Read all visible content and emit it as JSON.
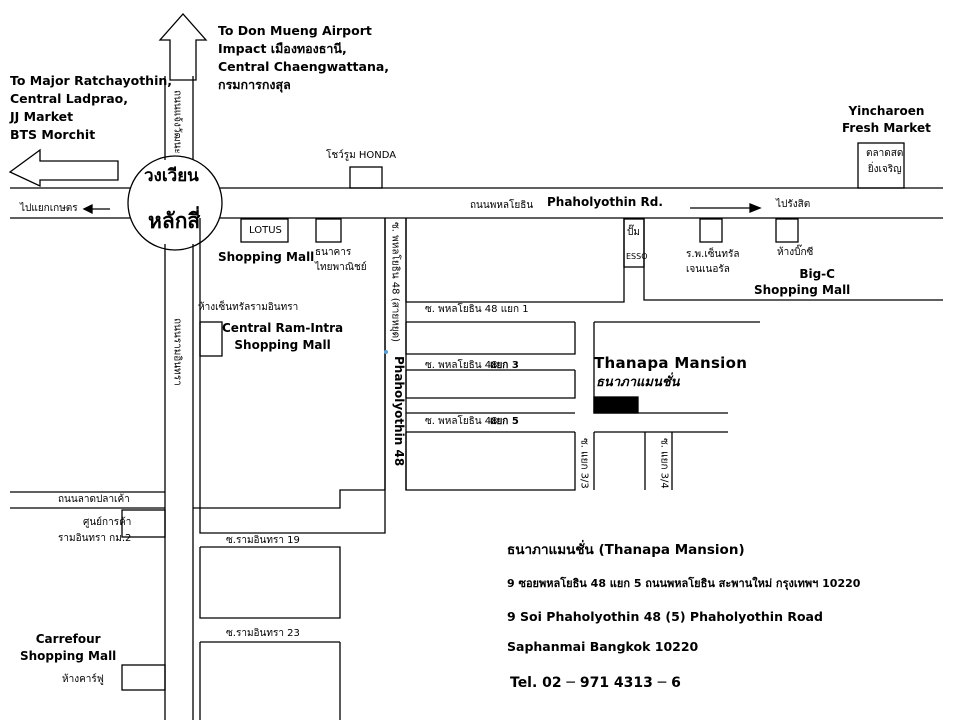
{
  "map": {
    "north_label": [
      "To  Don Mueng Airport",
      "Impact เมืองทองธานี,",
      "Central Chaengwattana,",
      "กรมการกงสุล"
    ],
    "west_label": [
      "To Major Ratchayothin,",
      "Central Ladprao,",
      "JJ Market",
      "BTS Morchit"
    ],
    "circle_label_top": "วงเวียน",
    "circle_label_bottom": "หลักสี่",
    "road_west_label": "ไปแยกเกษตร",
    "road_main_th": "ถนนพหลโยธิน",
    "road_main_en": "Phaholyothin Rd.",
    "road_east_label": "ไปรังสิต",
    "road_north_vertical_label": "ถนนแจ้งวัฒนะ",
    "road_south_vertical_label": "ถนนรามอินทรา",
    "road_lat_pla_khao_label": "ถนนลาดปลาเค้า",
    "soi_48_vertical_th": "ซ. พหลโยธิน 48 (สายหยุด)",
    "soi_48_vertical_en": "Phaholyothin 48",
    "soi_1_label": "ซ. พหลโยธิน 48  แยก 1",
    "soi_3_label": "ซ. พหลโยธิน 48",
    "soi_3_suffix": "แยก 3",
    "soi_5_label": "ซ. พหลโยธิน 48",
    "soi_5_suffix": "แยก 5",
    "soi_3_3_label": "ซ. แยก 3/3",
    "soi_3_4_label": "ซ. แยก 3/4",
    "soi_19_label": "ซ.รามอินทรา 19",
    "soi_23_label": "ซ.รามอินทรา 23",
    "honda_label": "โชว์รูม HONDA",
    "lotus_label": "LOTUS",
    "lotus_en": "Shopping Mall",
    "bank_label": [
      "ธนาคาร",
      "ไทยพาณิชย์"
    ],
    "esso_top": "ปั๊ม",
    "esso_label": "ESSO",
    "hospital_label": [
      "ร.พ.เซ็นทรัล",
      "เจนเนอรัล"
    ],
    "bigc_th": "ห้างบิ๊กซี",
    "bigc_en": [
      "Big-C",
      "Shopping Mall"
    ],
    "market_en": [
      "Yincharoen",
      "Fresh Market"
    ],
    "market_th": [
      "ตลาดสด",
      "ยิ่งเจริญ"
    ],
    "central_th": "ห้างเซ็นทรัลรามอินทรา",
    "central_en": [
      "Central Ram-Intra",
      "Shopping Mall"
    ],
    "sun_center_label": [
      "ศูนย์การค้า",
      "รามอินทรา กม.2"
    ],
    "carrefour_en": [
      "Carrefour",
      "Shopping Mall"
    ],
    "carrefour_th": "ห้างคาร์ฟู",
    "thanapa_en": "Thanapa Mansion",
    "thanapa_th": "ธนาภาแมนชั่น"
  },
  "address": {
    "name": "ธนาภาแมนชั่น (Thanapa  Mansion)",
    "line_th": "9  ซอยพหลโยธิน  48  แยก 5 ถนนพหลโยธิน  สะพานใหม่  กรุงเทพฯ 10220",
    "line_en1": "9  Soi Phaholyothin 48 (5)  Phaholyothin  Road",
    "line_en2": "Saphanmai    Bangkok 10220",
    "tel": "Tel.  02 ─ 971 4313 ─ 6"
  },
  "colors": {
    "line": "#000000",
    "background": "#ffffff",
    "dot": "#5aa0d8"
  }
}
